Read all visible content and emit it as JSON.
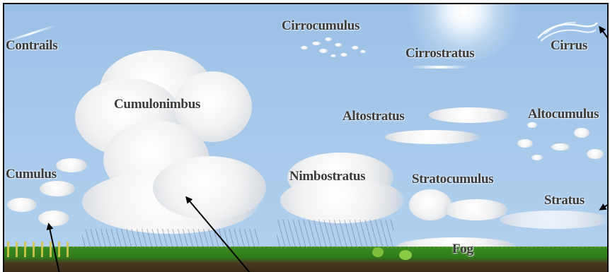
{
  "labels": {
    "contrails": "Contrails",
    "cirrocumulus": "Cirrocumulus",
    "cirrostratus": "Cirrostratus",
    "cirrus": "Cirrus",
    "cumulonimbus": "Cumulonimbus",
    "altostratus": "Altostratus",
    "altocumulus": "Altocumulus",
    "cumulus": "Cumulus",
    "nimbostratus": "Nimbostratus",
    "stratocumulus": "Stratocumulus",
    "stratus": "Stratus",
    "fog": "Fog"
  },
  "colors": {
    "sky": "#a6c8ea",
    "label": "#3b3b3b",
    "grass": "#3a8a20",
    "soil": "#3a2c1a",
    "arrow": "#000000"
  }
}
